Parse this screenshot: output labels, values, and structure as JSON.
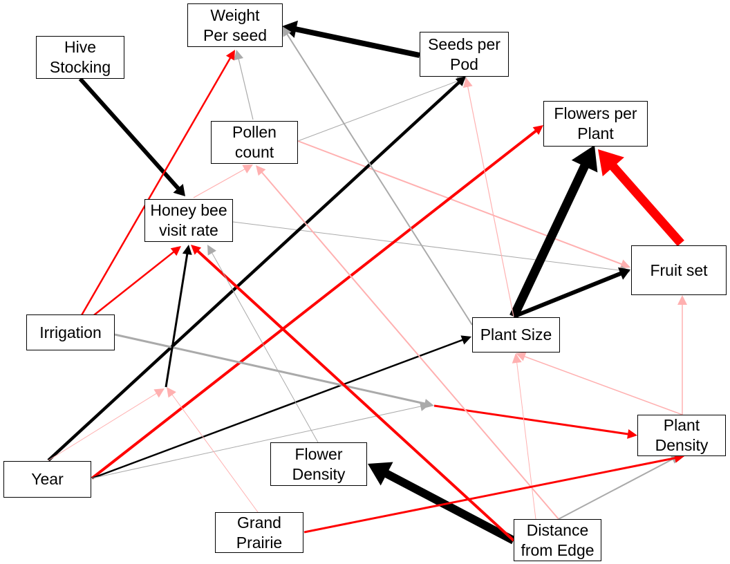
{
  "diagram": {
    "nodes": [
      {
        "id": "weight",
        "label": "Weight\nPer seed"
      },
      {
        "id": "hive",
        "label": "Hive\nStocking"
      },
      {
        "id": "seeds",
        "label": "Seeds per\nPod"
      },
      {
        "id": "flowers",
        "label": "Flowers per\nPlant"
      },
      {
        "id": "pollen",
        "label": "Pollen\ncount"
      },
      {
        "id": "honey",
        "label": "Honey bee\nvisit rate"
      },
      {
        "id": "fruit",
        "label": "Fruit set"
      },
      {
        "id": "irrig",
        "label": "Irrigation"
      },
      {
        "id": "psize",
        "label": "Plant Size"
      },
      {
        "id": "pdens",
        "label": "Plant\nDensity"
      },
      {
        "id": "fdens",
        "label": "Flower\nDensity"
      },
      {
        "id": "year",
        "label": "Year"
      },
      {
        "id": "grand",
        "label": "Grand\nPrairie"
      },
      {
        "id": "dist",
        "label": "Distance\nfrom Edge"
      }
    ],
    "edge_colors": {
      "positive_strong": "#000000",
      "negative_strong": "#ff0000",
      "positive_weak": "#aaaaaa",
      "negative_weak": "#ffb0b0"
    },
    "edges": [
      {
        "from": "seeds",
        "to": "weight",
        "color": "positive_strong"
      },
      {
        "from": "hive",
        "to": "honey",
        "color": "positive_strong"
      },
      {
        "from": "irrig",
        "to": "weight",
        "color": "negative_strong"
      },
      {
        "from": "irrig",
        "to": "honey",
        "color": "negative_strong"
      },
      {
        "from": "pollen",
        "to": "weight",
        "color": "positive_weak"
      },
      {
        "from": "pollen",
        "to": "seeds",
        "color": "positive_weak"
      },
      {
        "from": "pollen",
        "to": "fruit",
        "color": "negative_weak"
      },
      {
        "from": "honey",
        "to": "pollen",
        "color": "negative_weak"
      },
      {
        "from": "honey",
        "to": "fruit",
        "color": "positive_weak"
      },
      {
        "from": "year",
        "to": "seeds",
        "color": "positive_strong"
      },
      {
        "from": "year",
        "to": "flowers",
        "color": "negative_strong"
      },
      {
        "from": "year",
        "to": "psize",
        "color": "positive_strong"
      },
      {
        "from": "year",
        "to": "honey",
        "color": "negative_weak"
      },
      {
        "from": "year",
        "to": "pdens",
        "color": "positive_weak"
      },
      {
        "from": "psize",
        "to": "flowers",
        "color": "positive_strong"
      },
      {
        "from": "psize",
        "to": "fruit",
        "color": "positive_strong"
      },
      {
        "from": "psize",
        "to": "weight",
        "color": "positive_weak"
      },
      {
        "from": "psize",
        "to": "seeds",
        "color": "negative_weak"
      },
      {
        "from": "fruit",
        "to": "flowers",
        "color": "negative_strong"
      },
      {
        "from": "irrig",
        "to": "pdens",
        "color": "positive_weak"
      },
      {
        "from": "irrig",
        "to": "pdens",
        "color": "negative_strong"
      },
      {
        "from": "pdens",
        "to": "fruit",
        "color": "negative_weak"
      },
      {
        "from": "pdens",
        "to": "psize",
        "color": "negative_weak"
      },
      {
        "from": "dist",
        "to": "fdens",
        "color": "positive_strong"
      },
      {
        "from": "dist",
        "to": "honey",
        "color": "negative_strong"
      },
      {
        "from": "dist",
        "to": "pollen",
        "color": "negative_weak"
      },
      {
        "from": "dist",
        "to": "pdens",
        "color": "positive_weak"
      },
      {
        "from": "dist",
        "to": "psize",
        "color": "negative_weak"
      },
      {
        "from": "grand",
        "to": "pdens",
        "color": "negative_strong"
      },
      {
        "from": "grand",
        "to": "honey",
        "color": "negative_weak"
      },
      {
        "from": "fdens",
        "to": "honey",
        "color": "positive_weak"
      },
      {
        "from": "year",
        "to": "honey",
        "color": "positive_strong"
      }
    ]
  }
}
